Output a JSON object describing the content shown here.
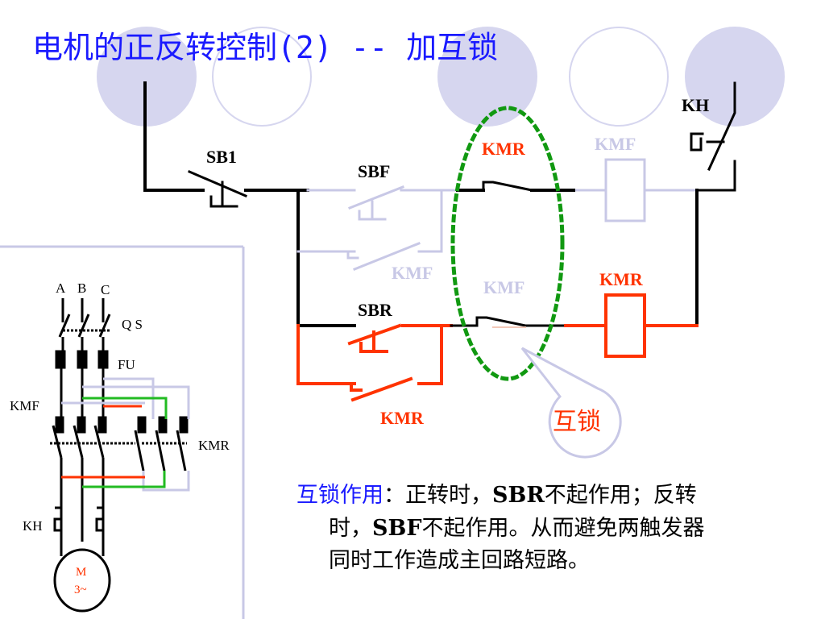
{
  "title": "电机的正反转控制(2) -- 加互锁",
  "labels": {
    "sb1": "SB1",
    "sbf": "SBF",
    "sbr": "SBR",
    "kh": "KH",
    "kmr_top_contact": "KMR",
    "kmf_coil_faded": "KMF",
    "kmf_hold_contact": "KMF",
    "kmf_lower_contact": "KMF",
    "kmr_coil": "KMR",
    "kmr_hold_contact": "KMR",
    "interlock_bubble": "互锁"
  },
  "main_circuit": {
    "phases": [
      "A",
      "B",
      "C"
    ],
    "qs": "Q S",
    "fu": "FU",
    "kmf": "KMF",
    "kmr": "KMR",
    "kh": "KH",
    "motor_m": "M",
    "motor_phase": "3~"
  },
  "note": {
    "keyword": "互锁作用",
    "colon": "：",
    "part1": "正转时，",
    "sbr": "SBR",
    "part2": "不起作用；反转",
    "part3": "时，",
    "sbf": "SBF",
    "part4": "不起作用。从而避免两触发器",
    "part5": "同时工作造成主回路短路。"
  },
  "colors": {
    "title": "#1a1aff",
    "active_reverse": "#ff3300",
    "faded": "#c8c8e6",
    "interlock_ring": "#119911",
    "green_wire": "#22bb22",
    "deco_circle": "#d6d6ef"
  }
}
